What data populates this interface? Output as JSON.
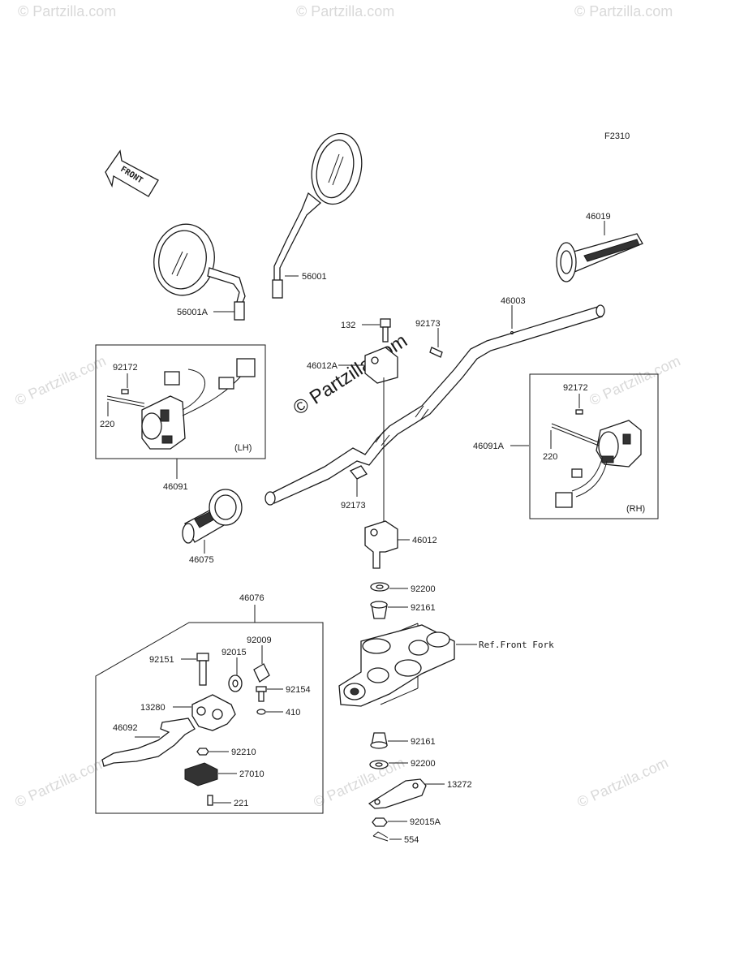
{
  "diagram": {
    "code": "F2310",
    "front_arrow_text": "FRONT",
    "ref_text": "Ref.Front Fork",
    "side_labels": {
      "lh": "(LH)",
      "rh": "(RH)"
    }
  },
  "watermark": {
    "small_text": "© Partzilla.com",
    "center_text": "© Partzilla.com",
    "color": "#d9d9d9"
  },
  "part_labels": {
    "p46019": "46019",
    "p56001": "56001",
    "p56001A": "56001A",
    "p46003": "46003",
    "p132": "132",
    "p92173_top": "92173",
    "p46012A": "46012A",
    "p92172_lh": "92172",
    "p220_lh": "220",
    "p46091": "46091",
    "p46075": "46075",
    "p92173_low": "92173",
    "p46012": "46012",
    "p92172_rh": "92172",
    "p46091A": "46091A",
    "p220_rh": "220",
    "p92200_top": "92200",
    "p92161_top": "92161",
    "p46076": "46076",
    "p92009": "92009",
    "p92151": "92151",
    "p92015": "92015",
    "p92154": "92154",
    "p13280": "13280",
    "p410": "410",
    "p46092": "46092",
    "p92210": "92210",
    "p27010": "27010",
    "p221": "221",
    "p92161_bot": "92161",
    "p92200_bot": "92200",
    "p13272": "13272",
    "p92015A": "92015A",
    "p554": "554"
  }
}
